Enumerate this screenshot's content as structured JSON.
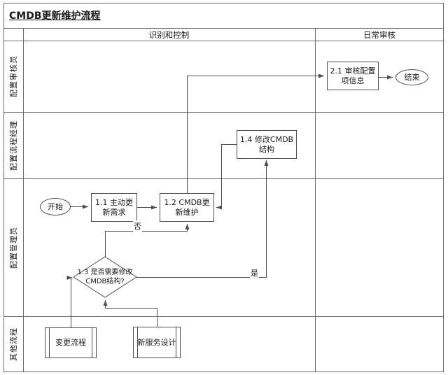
{
  "title": "CMDB更新维护流程",
  "columns": {
    "left": "识别和控制",
    "right": "日常审核"
  },
  "lanes": {
    "row1": "配置审核员",
    "row2": "配置流程经理",
    "row3": "配置管理员",
    "row4": "其他流程"
  },
  "nodes": {
    "start": "开始",
    "step_1_1": "1.1 主动更新需求",
    "step_1_2": "1.2 CMDB更新维护",
    "decision_1_3": "1.3 是否需要修改CMDB结构?",
    "step_1_4": "1.4 修改CMDB结构",
    "step_2_1": "2.1 审核配置项信息",
    "end": "结束",
    "change_process": "变更流程",
    "new_service_design": "新服务设计"
  },
  "edge_labels": {
    "no": "否",
    "yes": "是"
  }
}
